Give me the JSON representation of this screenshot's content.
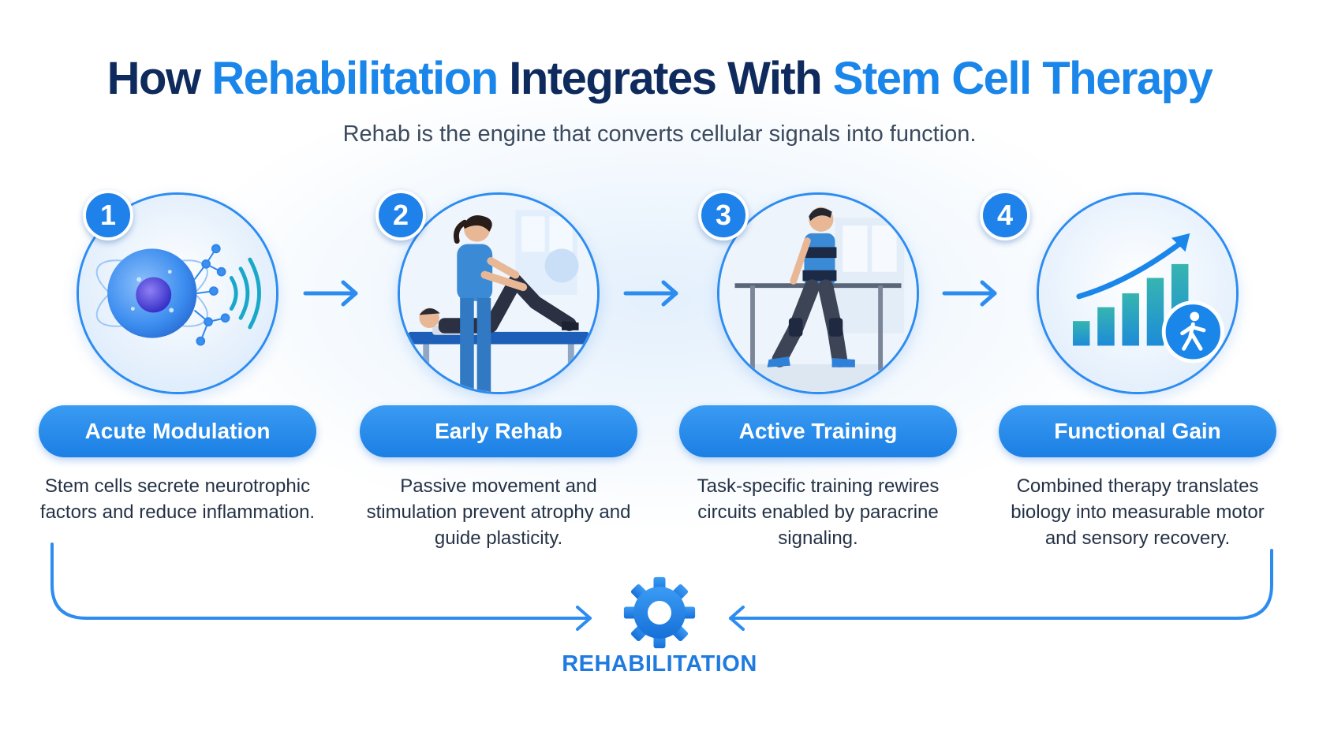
{
  "header": {
    "title_part1": "How ",
    "title_highlight1": "Rehabilitation",
    "title_part2": " Integrates With ",
    "title_highlight2": "Stem Cell Therapy",
    "subtitle": "Rehab is the engine that converts cellular signals into function."
  },
  "steps": [
    {
      "number": "1",
      "label": "Acute Modulation",
      "description": "Stem cells secrete neurotrophic factors and reduce inflammation.",
      "icon": "stem-cell-icon"
    },
    {
      "number": "2",
      "label": "Early Rehab",
      "description": "Passive movement and stimulation prevent atrophy and guide plasticity.",
      "icon": "therapist-patient-icon"
    },
    {
      "number": "3",
      "label": "Active Training",
      "description": "Task-specific training rewires circuits enabled by paracrine signaling.",
      "icon": "exoskeleton-walker-icon"
    },
    {
      "number": "4",
      "label": "Functional Gain",
      "description": "Combined therapy translates biology into measurable motor and sensory recovery.",
      "icon": "growth-chart-icon"
    }
  ],
  "footer": {
    "label": "REHABILITATION",
    "icon": "gear-icon"
  },
  "colors": {
    "navy": "#0f2a5c",
    "accent_blue": "#1a86ea",
    "pill_blue": "#1b7fe4",
    "teal": "#1fa7a8"
  }
}
